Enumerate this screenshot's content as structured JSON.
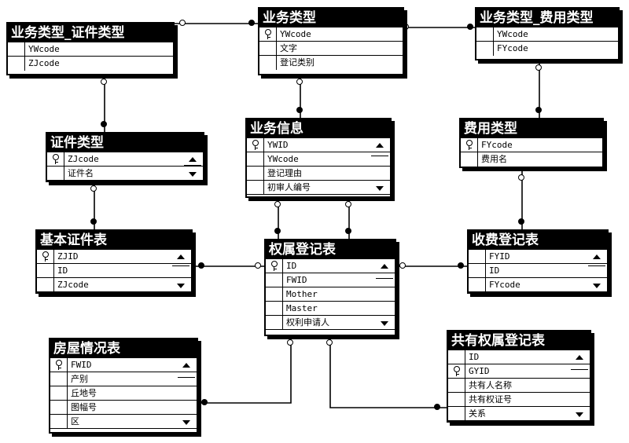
{
  "entities": {
    "ywlx_zjlx": {
      "title": "业务类型_证件类型",
      "fields": [
        "YWcode",
        "ZJcode"
      ]
    },
    "ywlx": {
      "title": "业务类型",
      "fields": [
        "YWcode",
        "文字",
        "登记类别"
      ]
    },
    "ywlx_fylx": {
      "title": "业务类型_费用类型",
      "fields": [
        "YWcode",
        "FYcode"
      ]
    },
    "zjlx": {
      "title": "证件类型",
      "fields": [
        "ZJcode",
        "证件名"
      ]
    },
    "ywxx": {
      "title": "业务信息",
      "fields": [
        "YWID",
        "YWcode",
        "登记理由",
        "初审人编号"
      ]
    },
    "fylx": {
      "title": "费用类型",
      "fields": [
        "FYcode",
        "费用名"
      ]
    },
    "jbzjb": {
      "title": "基本证件表",
      "fields": [
        "ZJID",
        "ID",
        "ZJcode"
      ]
    },
    "qsdjb": {
      "title": "权属登记表",
      "fields": [
        "ID",
        "FWID",
        "Mother",
        "Master",
        "权利申请人"
      ]
    },
    "sfdjb": {
      "title": "收费登记表",
      "fields": [
        "FYID",
        "ID",
        "FYcode"
      ]
    },
    "fwqkb": {
      "title": "房屋情况表",
      "fields": [
        "FWID",
        "产别",
        "丘地号",
        "图幅号",
        "区"
      ]
    },
    "gyqsdjb": {
      "title": "共有权属登记表",
      "fields": [
        "ID",
        "GYID",
        "共有人名称",
        "共有权证号",
        "关系"
      ]
    }
  },
  "icons": {
    "primary_key": "key-icon",
    "scroll_up": "arrow-up-icon",
    "scroll_down": "arrow-down-icon"
  }
}
